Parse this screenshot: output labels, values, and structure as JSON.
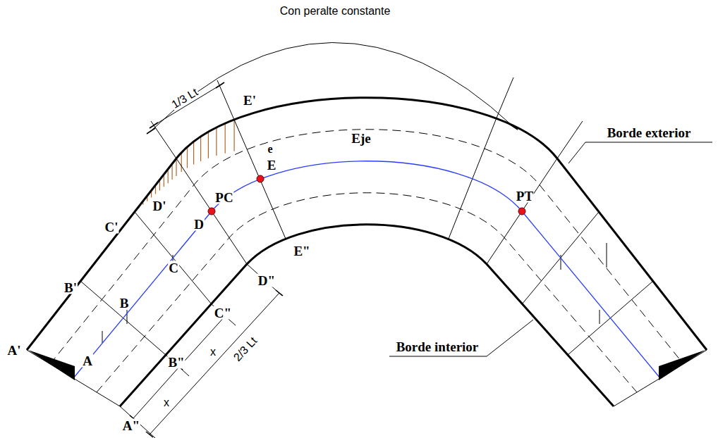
{
  "diagram": {
    "labels": [
      "Con peralte constante",
      "1/3 Lt",
      "E'",
      "e",
      "E",
      "Eje",
      "Borde exterior",
      "PC",
      "D'",
      "D",
      "PT",
      "C'",
      "C",
      "E\"",
      "D\"",
      "B'",
      "B",
      "C\"",
      "x",
      "Borde interior",
      "B\"",
      "A'",
      "A",
      "x",
      "2/3 Lt",
      "A\""
    ]
  }
}
